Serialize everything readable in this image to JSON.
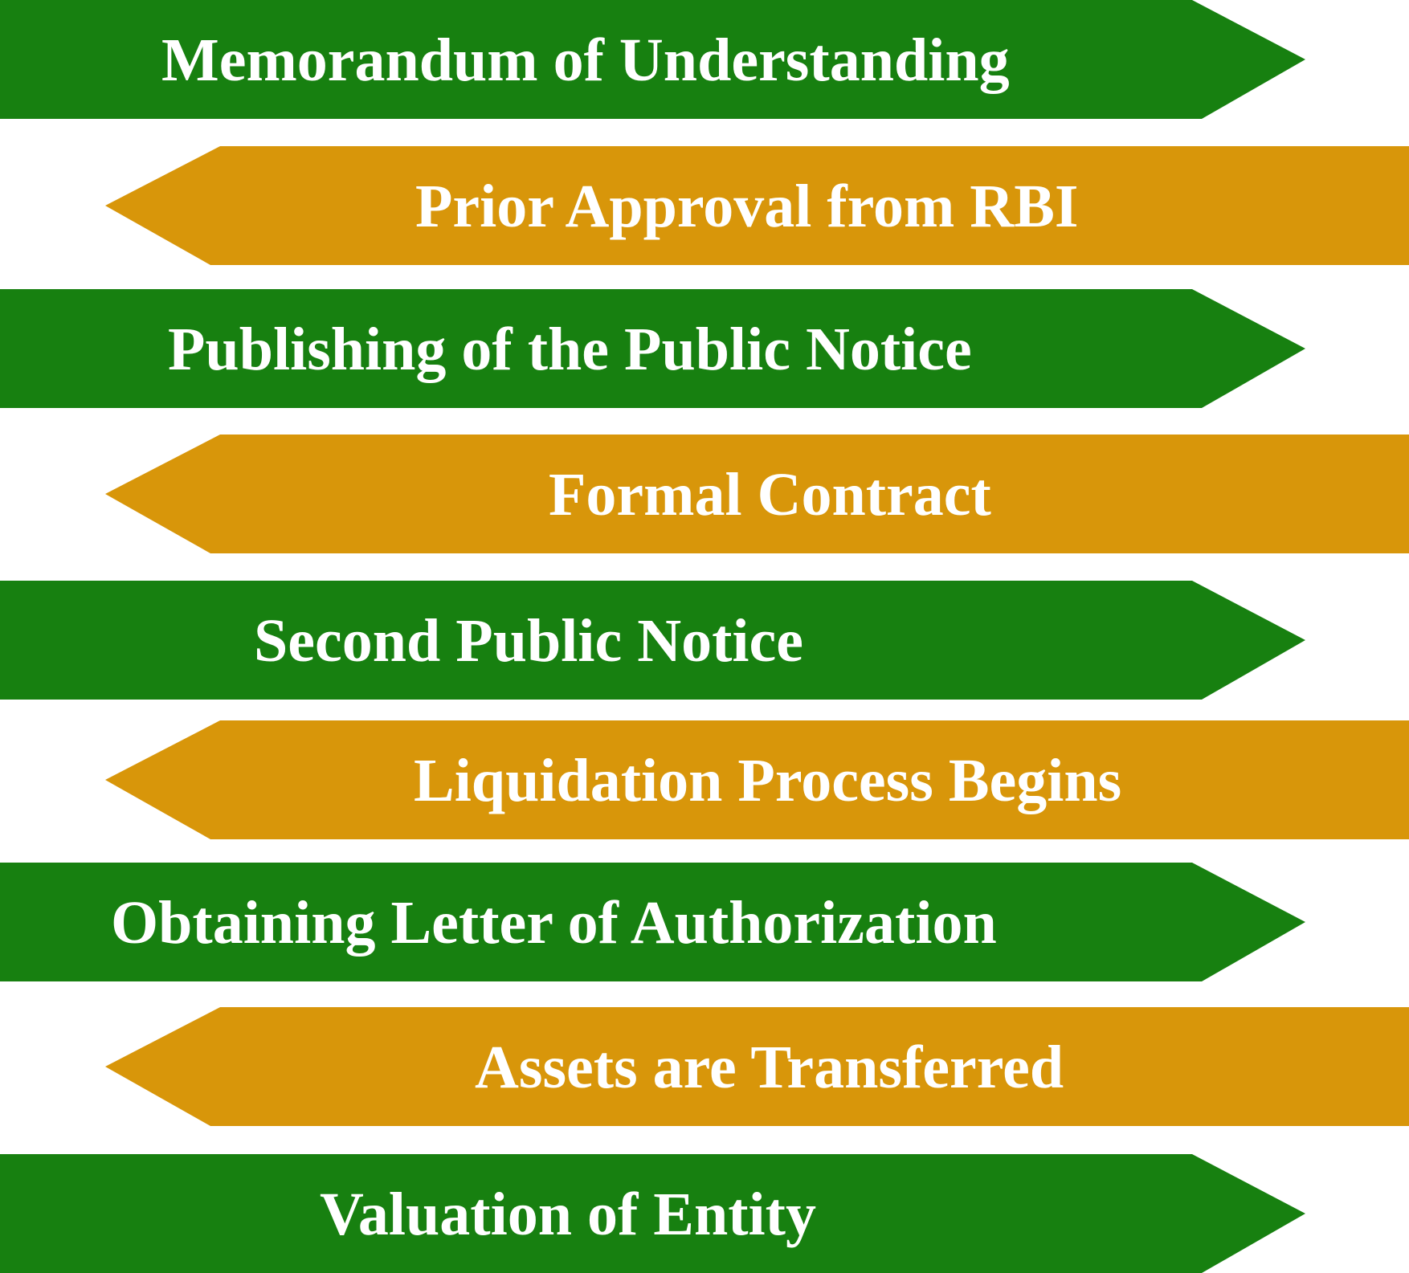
{
  "colors": {
    "green": "#178010",
    "orange": "#D8960A",
    "text": "#FFFFFF"
  },
  "steps": [
    {
      "label": "Memorandum of Understanding",
      "direction": "right",
      "color": "green"
    },
    {
      "label": "Prior Approval from RBI",
      "direction": "left",
      "color": "orange"
    },
    {
      "label": "Publishing of the Public Notice",
      "direction": "right",
      "color": "green"
    },
    {
      "label": "Formal Contract",
      "direction": "left",
      "color": "orange"
    },
    {
      "label": "Second Public Notice",
      "direction": "right",
      "color": "green"
    },
    {
      "label": "Liquidation Process Begins",
      "direction": "left",
      "color": "orange"
    },
    {
      "label": "Obtaining Letter of Authorization",
      "direction": "right",
      "color": "green"
    },
    {
      "label": "Assets are Transferred",
      "direction": "left",
      "color": "orange"
    },
    {
      "label": "Valuation of Entity",
      "direction": "right",
      "color": "green"
    }
  ]
}
